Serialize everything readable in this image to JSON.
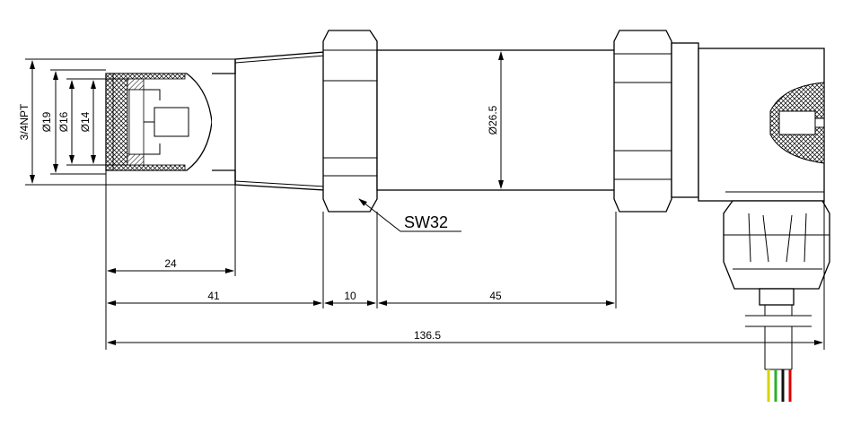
{
  "dimensions": {
    "thread": "3/4NPT",
    "dia_19": "Ø19",
    "dia_16": "Ø16",
    "dia_14": "Ø14",
    "dia_body": "Ø26.5",
    "len_24": "24",
    "len_41": "41",
    "len_10": "10",
    "len_45": "45",
    "len_total": "136.5"
  },
  "callouts": {
    "wrench": "SW32"
  },
  "wire_colors": [
    "#d4d400",
    "#2bb02b",
    "#111111",
    "#e00000"
  ]
}
